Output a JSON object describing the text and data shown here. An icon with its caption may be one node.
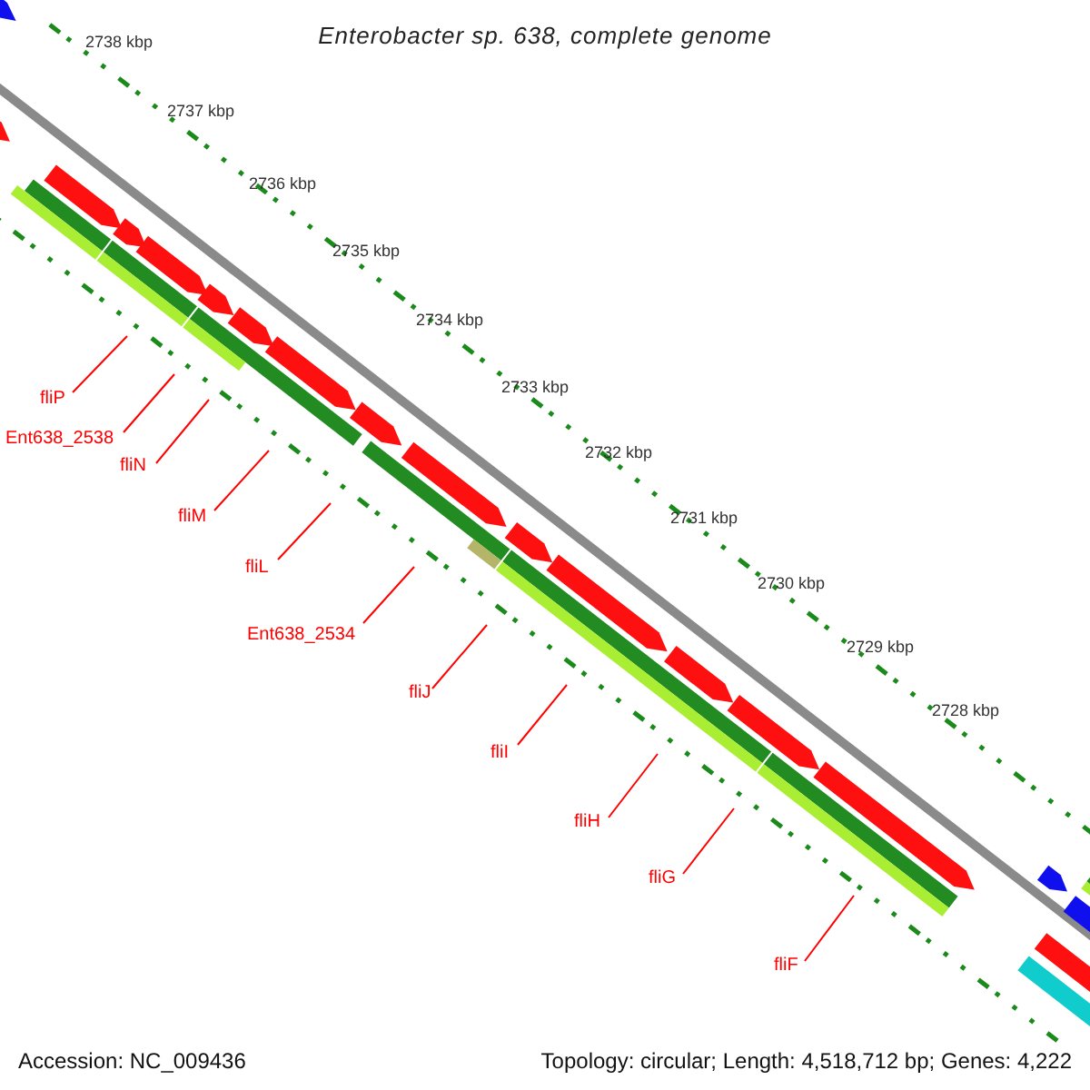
{
  "diagram": {
    "title": "Enterobacter sp. 638, complete genome",
    "nodes": [
      {
        "text": [
          "fliP"
        ]
      },
      {
        "text": [
          "Ent638_2538"
        ]
      },
      {
        "text": [
          "fliN"
        ]
      },
      {
        "text": [
          "fliM"
        ]
      },
      {
        "text": [
          "fliL"
        ]
      },
      {
        "text": [
          "Ent638_2534"
        ]
      },
      {
        "text": [
          "fliJ"
        ]
      },
      {
        "text": [
          "fliI"
        ]
      },
      {
        "text": [
          "fliH"
        ]
      },
      {
        "text": [
          "fliG"
        ]
      },
      {
        "text": [
          "fliF"
        ]
      }
    ],
    "edges": [
      {
        "from": 0,
        "to": null,
        "arrow": "none"
      },
      {
        "from": 1,
        "to": null,
        "arrow": "none"
      },
      {
        "from": 2,
        "to": null,
        "arrow": "none"
      },
      {
        "from": 3,
        "to": null,
        "arrow": "none"
      },
      {
        "from": 4,
        "to": null,
        "arrow": "none"
      },
      {
        "from": 5,
        "to": null,
        "arrow": "none"
      },
      {
        "from": 6,
        "to": null,
        "arrow": "none"
      },
      {
        "from": 7,
        "to": null,
        "arrow": "none"
      },
      {
        "from": 8,
        "to": null,
        "arrow": "none"
      },
      {
        "from": 9,
        "to": null,
        "arrow": "none"
      },
      {
        "from": 10,
        "to": null,
        "arrow": "none"
      }
    ],
    "labels": [
      "2738 kbp",
      "2737 kbp",
      "2736 kbp",
      "2735 kbp",
      "2734 kbp",
      "2733 kbp",
      "2732 kbp",
      "2731 kbp",
      "2730 kbp",
      "2729 kbp",
      "2728 kbp",
      "Accession: NC_009436",
      "Topology: circular; Length: 4,518,712 bp; Genes: 4,222"
    ]
  }
}
